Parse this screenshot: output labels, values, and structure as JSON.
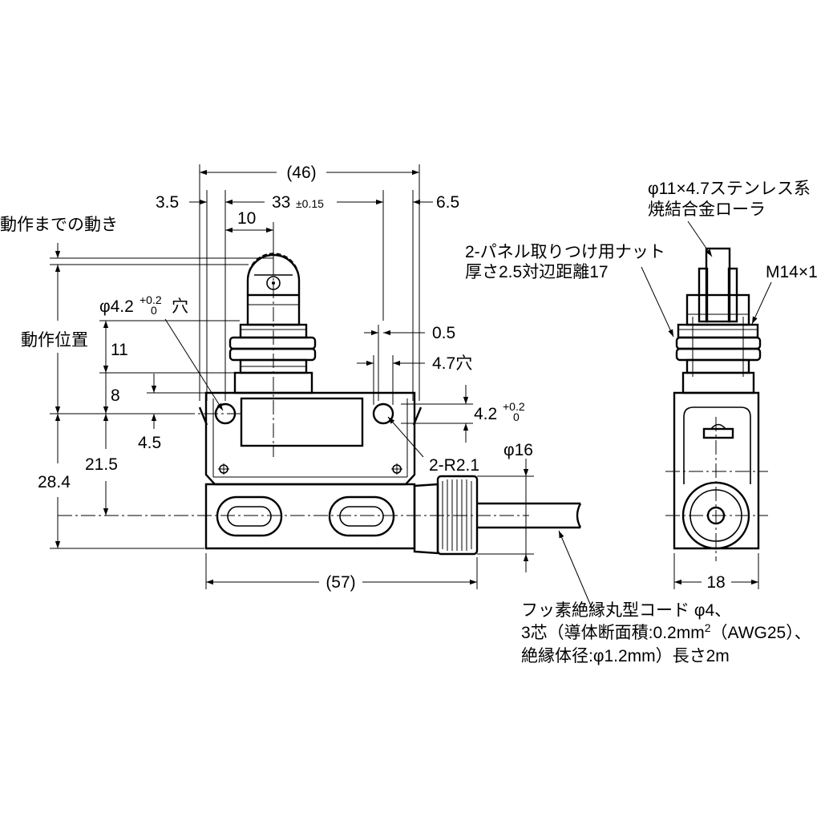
{
  "labels": {
    "dim_46": "(46)",
    "dim_3_5": "3.5",
    "dim_33": "33",
    "tol_33": "±0.15",
    "dim_6_5": "6.5",
    "dim_10": "10",
    "travel_to_operate": "動作までの動き",
    "hole_prefix": "φ4.2",
    "hole_tol_upper": "+0.2",
    "hole_tol_lower": "0",
    "hole_suffix": "穴",
    "operating_position": "動作位置",
    "dim_11": "11",
    "dim_8": "8",
    "dim_4_5": "4.5",
    "dim_28_4": "28.4",
    "dim_21_5": "21.5",
    "dim_0_5": "0.5",
    "hole_4_7": "4.7穴",
    "dim_4_2": "4.2",
    "dim_4_2_tol_upper": "+0.2",
    "dim_4_2_tol_lower": "0",
    "radius_2_r2_1": "2-R2.1",
    "dia_16": "φ16",
    "dim_57": "(57)",
    "roller_line1": "φ11×4.7ステンレス系",
    "roller_line2": "焼結合金ローラ",
    "nut_line1": "2-パネル取りつけ用ナット",
    "nut_line2": "厚さ2.5対辺距離17",
    "thread_m14": "M14×1",
    "dim_18": "18",
    "cord_line1": "フッ素絶縁丸型コード φ4、",
    "cord_line2_pre": "3芯（導体断面積:0.2mm",
    "cord_line2_sup": "2",
    "cord_line2_post": "（AWG25）、",
    "cord_line3": "絶縁体径:φ1.2mm）長さ2m"
  }
}
